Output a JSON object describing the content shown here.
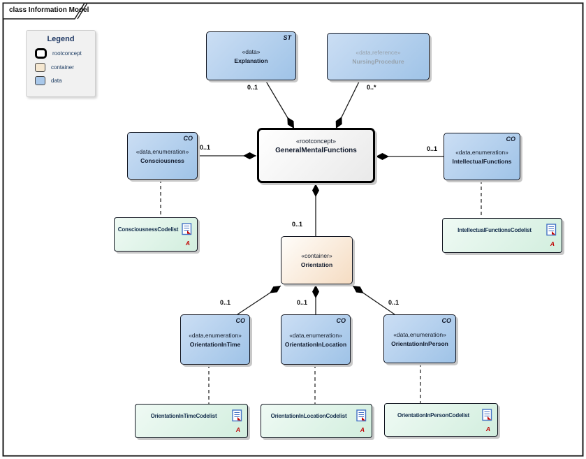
{
  "frame": {
    "title": "class Information Model"
  },
  "legend": {
    "title": "Legend",
    "items": [
      {
        "label": "rootconcept"
      },
      {
        "label": "container"
      },
      {
        "label": "data"
      }
    ]
  },
  "nodes": {
    "explanation": {
      "stereotype": "«data»",
      "name": "Explanation",
      "marker": "ST"
    },
    "nursingProcedure": {
      "stereotype": "«data,reference»",
      "name": "NursingProcedure"
    },
    "generalMentalFunctions": {
      "stereotype": "«rootconcept»",
      "name": "GeneralMentalFunctions"
    },
    "consciousness": {
      "stereotype": "«data,enumeration»",
      "name": "Consciousness",
      "marker": "CO"
    },
    "intellectualFunctions": {
      "stereotype": "«data,enumeration»",
      "name": "IntellectualFunctions",
      "marker": "CO"
    },
    "orientation": {
      "stereotype": "«container»",
      "name": "Orientation"
    },
    "orientationInTime": {
      "stereotype": "«data,enumeration»",
      "name": "OrientationInTime",
      "marker": "CO"
    },
    "orientationInLocation": {
      "stereotype": "«data,enumeration»",
      "name": "OrientationInLocation",
      "marker": "CO"
    },
    "orientationInPerson": {
      "stereotype": "«data,enumeration»",
      "name": "OrientationInPerson",
      "marker": "CO"
    }
  },
  "codelists": {
    "consciousness": {
      "name": "ConsciousnessCodelist",
      "badge": "A"
    },
    "intellectualFunctions": {
      "name": "IntellectualFunctionsCodelist",
      "badge": "A"
    },
    "orientationInTime": {
      "name": "OrientationInTimeCodelist",
      "badge": "A"
    },
    "orientationInLocation": {
      "name": "OrientationInLocationCodelist",
      "badge": "A"
    },
    "orientationInPerson": {
      "name": "OrientationInPersonCodelist",
      "badge": "A"
    }
  },
  "multiplicities": {
    "explanation": "0..1",
    "nursingProcedure": "0..*",
    "consciousness": "0..1",
    "intellectualFunctions": "0..1",
    "orientation": "0..1",
    "orientationInTime": "0..1",
    "orientationInLocation": "0..1",
    "orientationInPerson": "0..1"
  },
  "colors": {
    "data_fill": "#a9c8ea",
    "container_fill": "#f5e0c8",
    "rootconcept_fill": "#ffffff",
    "codelist_fill": "#d9f2e4",
    "node_border": "#10141f",
    "muted_text": "#97a2ac",
    "legend_title_text": "#1f3864",
    "badge_red": "#c00000",
    "doc_icon_blue": "#4472c4"
  }
}
